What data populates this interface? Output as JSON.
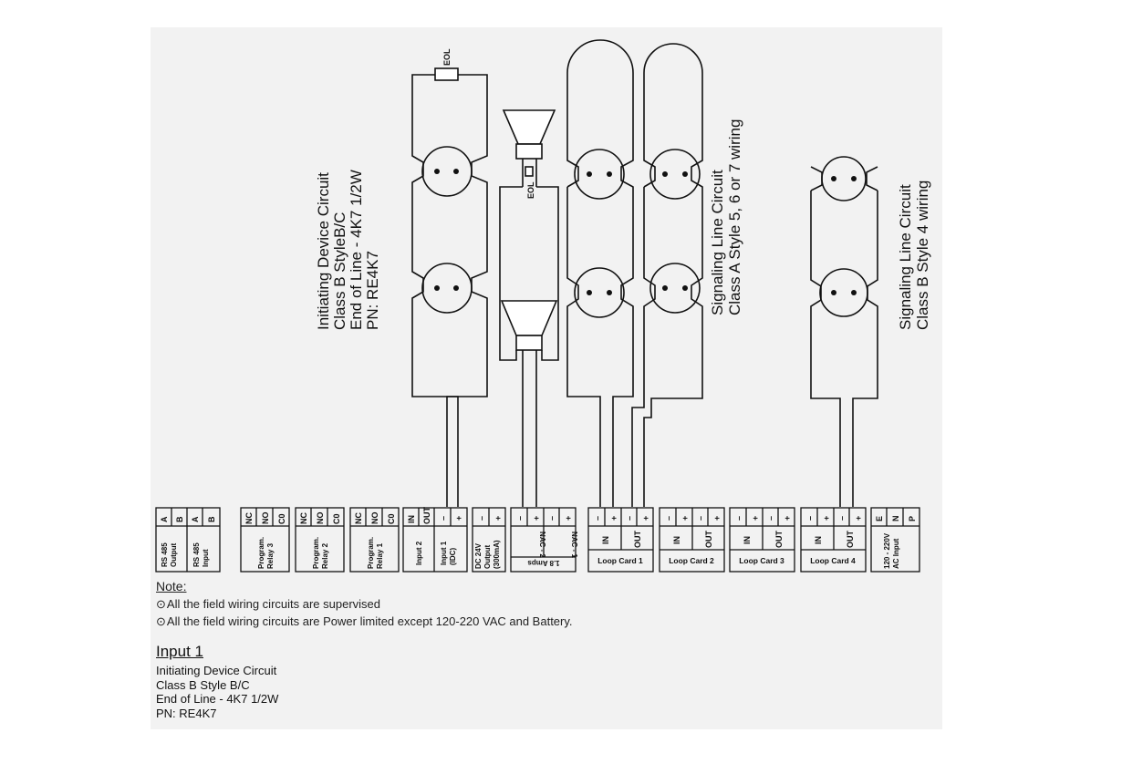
{
  "circuit_labels": {
    "idc": [
      "Initiating Device Circuit",
      "Class B StyleB/C",
      "End of Line - 4K7 1/2W",
      "PN: RE4K7"
    ],
    "slc_a": [
      "Signaling Line Circuit",
      "Class A Style 5, 6 or 7 wiring"
    ],
    "slc_b": [
      "Signaling Line Circuit",
      "Class B Style 4 wiring"
    ],
    "eol_resistor": "EOL",
    "eol_nac": "EOL"
  },
  "terminals": {
    "rs485_output": {
      "pins": [
        "A",
        "B"
      ],
      "label": [
        "RS 485",
        "Output"
      ]
    },
    "rs485_input": {
      "pins": [
        "A",
        "B"
      ],
      "label": [
        "RS 485",
        "Input"
      ]
    },
    "relay3": {
      "pins": [
        "NC",
        "NO",
        "C0"
      ],
      "label": [
        "Program.",
        "Relay 3"
      ]
    },
    "relay2": {
      "pins": [
        "NC",
        "NO",
        "C0"
      ],
      "label": [
        "Program.",
        "Relay 2"
      ]
    },
    "relay1": {
      "pins": [
        "NC",
        "NO",
        "C0"
      ],
      "label": [
        "Program.",
        "Relay 1"
      ]
    },
    "input2": {
      "pins": [
        "IN",
        "OUT"
      ],
      "label": [
        "Input 2"
      ]
    },
    "input1": {
      "pins": [
        "–",
        "+"
      ],
      "label": [
        "Input 1",
        "(IDC)"
      ]
    },
    "dc24": {
      "pins": [
        "–",
        "+"
      ],
      "label": [
        "DC 24V",
        "Output",
        "(300mA)"
      ]
    },
    "nac2": {
      "pins": [
        "–",
        "+"
      ],
      "label": [
        "NAC - 2"
      ]
    },
    "nac1": {
      "pins": [
        "–",
        "+"
      ],
      "label": [
        "NAC - 1"
      ]
    },
    "nac_rating": "1.8 Amps",
    "loop_pins": [
      "–",
      "+",
      "–",
      "+"
    ],
    "loop_inout": [
      "IN",
      "OUT"
    ],
    "loop_cards": [
      "Loop Card 1",
      "Loop Card 2",
      "Loop Card 3",
      "Loop Card 4"
    ],
    "ac": {
      "pins": [
        "E",
        "N",
        "P"
      ],
      "label": [
        "120 - 220V",
        "AC Input"
      ]
    }
  },
  "notes": {
    "heading": "Note:",
    "items": [
      "All the field wiring circuits are supervised",
      "All the field wiring circuits are Power limited except 120-220 VAC and Battery."
    ]
  },
  "input1_block": {
    "heading": "Input 1",
    "lines": [
      "Initiating Device Circuit",
      "Class B Style B/C",
      "End of Line  - 4K7 1/2W",
      "PN: RE4K7"
    ]
  }
}
